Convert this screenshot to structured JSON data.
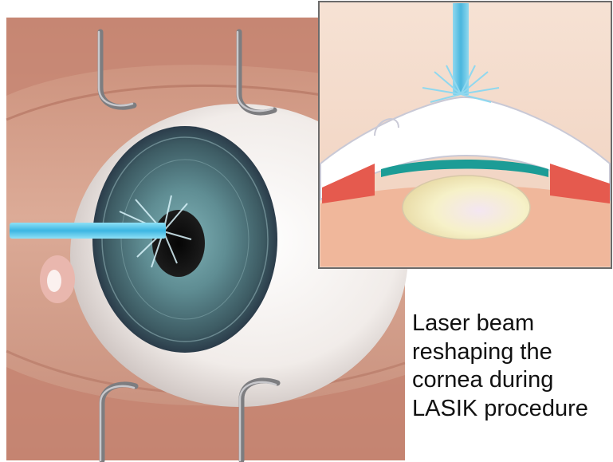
{
  "caption": {
    "lines": [
      "Laser beam",
      "reshaping the",
      "cornea during",
      "LASIK procedure"
    ]
  },
  "icons": {
    "main": "eye-with-speculum-illustration",
    "inset": "corneal-cross-section-illustration"
  },
  "colors": {
    "background": "#ffffff",
    "skin": "#d9a08c",
    "laser": "#5ec6ea",
    "iris": "#4a6f78",
    "inset_bg": "#f3d9c6",
    "caption_text": "#111111"
  }
}
